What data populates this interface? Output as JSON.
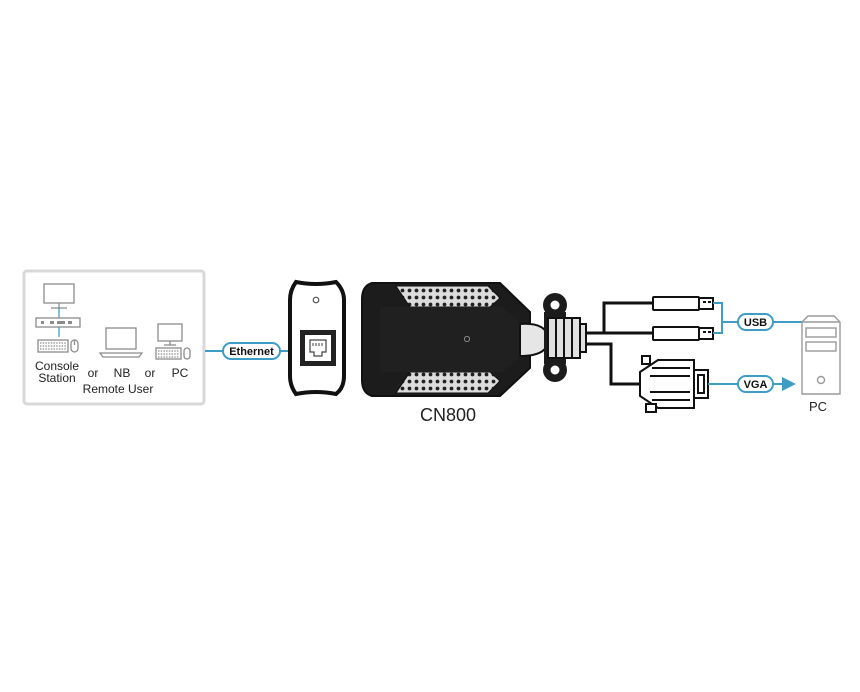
{
  "remote": {
    "console_line1": "Console",
    "console_line2": "Station",
    "or_1": "or",
    "nb": "NB",
    "or_2": "or",
    "pc": "PC",
    "group_label": "Remote User"
  },
  "links": {
    "ethernet": "Ethernet",
    "usb": "USB",
    "vga": "VGA"
  },
  "device": {
    "name": "CN800"
  },
  "target": {
    "label": "PC"
  },
  "colors": {
    "cable_blue": "#3d9dc4",
    "box_border": "#d8d8d8",
    "device_dark": "#111111",
    "device_body": "#1c1c1c",
    "grip_gray": "#d9d9d9",
    "icon_gray": "#8c8c8c"
  }
}
